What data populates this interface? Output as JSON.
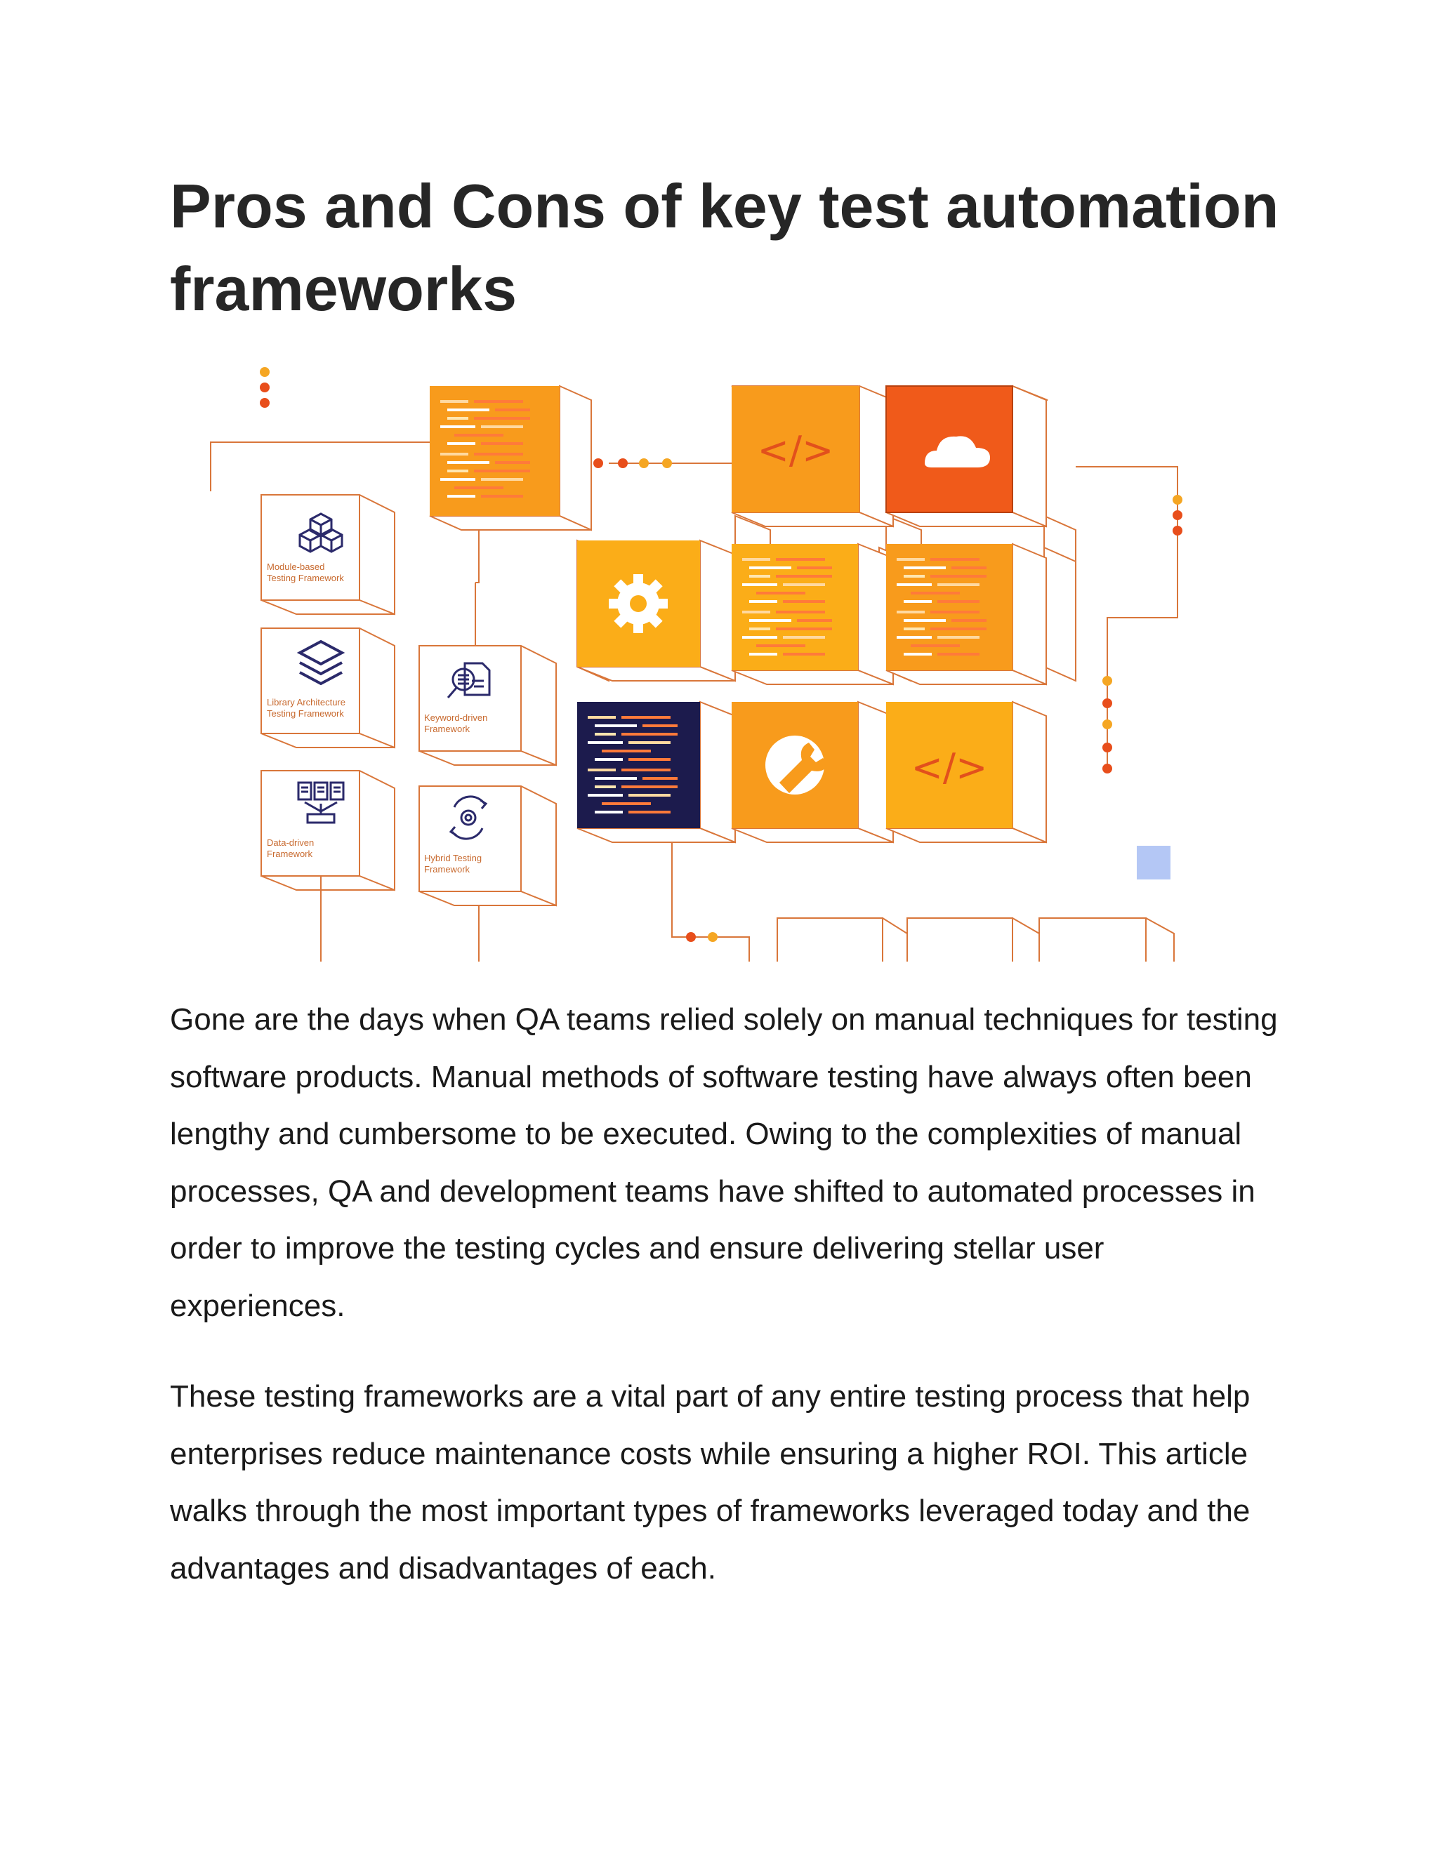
{
  "article": {
    "title": "Pros and Cons of key test automation frameworks",
    "figure": {
      "labels": {
        "module": [
          "Module-based",
          "Testing Framework"
        ],
        "library": [
          "Library Architecture",
          "Testing Framework"
        ],
        "data": [
          "Data-driven",
          "Framework"
        ],
        "keyword": [
          "Keyword-driven",
          "Framework"
        ],
        "hybrid": [
          "Hybrid Testing",
          "Framework"
        ]
      },
      "code_glyph": "</>",
      "colors": {
        "orange": "#f89b1c",
        "amber": "#fbad18",
        "red_orange": "#f05a1a",
        "navy": "#1c1b4d",
        "line": "#d9763a",
        "accent_blue": "#b4c7f5"
      },
      "icons": [
        "cubes-icon",
        "layers-icon",
        "documents-icon",
        "search-document-icon",
        "gear-cycle-icon",
        "code-icon",
        "cloud-icon",
        "gear-icon",
        "wrench-icon"
      ]
    },
    "paragraphs": [
      "Gone are the days when QA teams relied solely on manual techniques for testing software products. Manual methods of software testing have always often been lengthy and cumbersome to be executed. Owing to the complexities of manual processes, QA and development teams have shifted to automated processes in order to improve the testing cycles and ensure delivering stellar user experiences.",
      "These testing frameworks are a vital part of any entire testing process that help enterprises reduce maintenance costs while ensuring a higher ROI. This article walks through the most important types of frameworks leveraged today and the advantages and disadvantages of each."
    ]
  }
}
